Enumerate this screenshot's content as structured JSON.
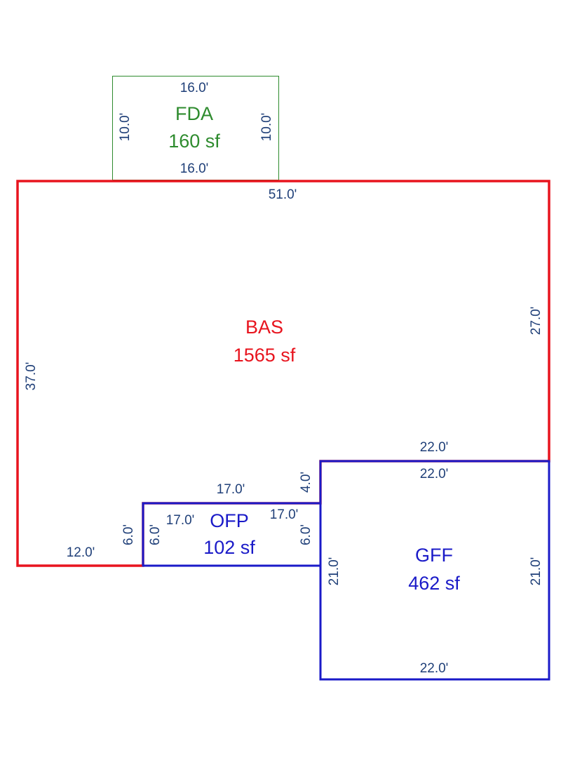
{
  "colors": {
    "fda": "#2e8b2e",
    "bas": "#e8141e",
    "blue_area": "#1a1ac8",
    "dimension": "#1f3f78",
    "background": "#ffffff"
  },
  "areas": {
    "fda": {
      "code": "FDA",
      "sf": "160 sf"
    },
    "bas": {
      "code": "BAS",
      "sf": "1565 sf"
    },
    "ofp": {
      "code": "OFP",
      "sf": "102 sf"
    },
    "gff": {
      "code": "GFF",
      "sf": "462 sf"
    }
  },
  "dims": {
    "fda_top": "16.0'",
    "fda_bottom": "16.0'",
    "fda_left": "10.0'",
    "fda_right": "10.0'",
    "bas_top": "51.0'",
    "bas_left": "37.0'",
    "bas_right": "27.0'",
    "bas_step_top": "22.0'",
    "bas_step_right": "4.0'",
    "bas_ofp_top": "17.0'",
    "bas_ofp_left": "6.0'",
    "bas_bottom_left": "12.0'",
    "ofp_top_left": "17.0'",
    "ofp_top_right": "17.0'",
    "ofp_left": "6.0'",
    "ofp_right": "6.0'",
    "gff_top": "22.0'",
    "gff_left": "21.0'",
    "gff_right": "21.0'",
    "gff_bottom": "22.0'"
  }
}
